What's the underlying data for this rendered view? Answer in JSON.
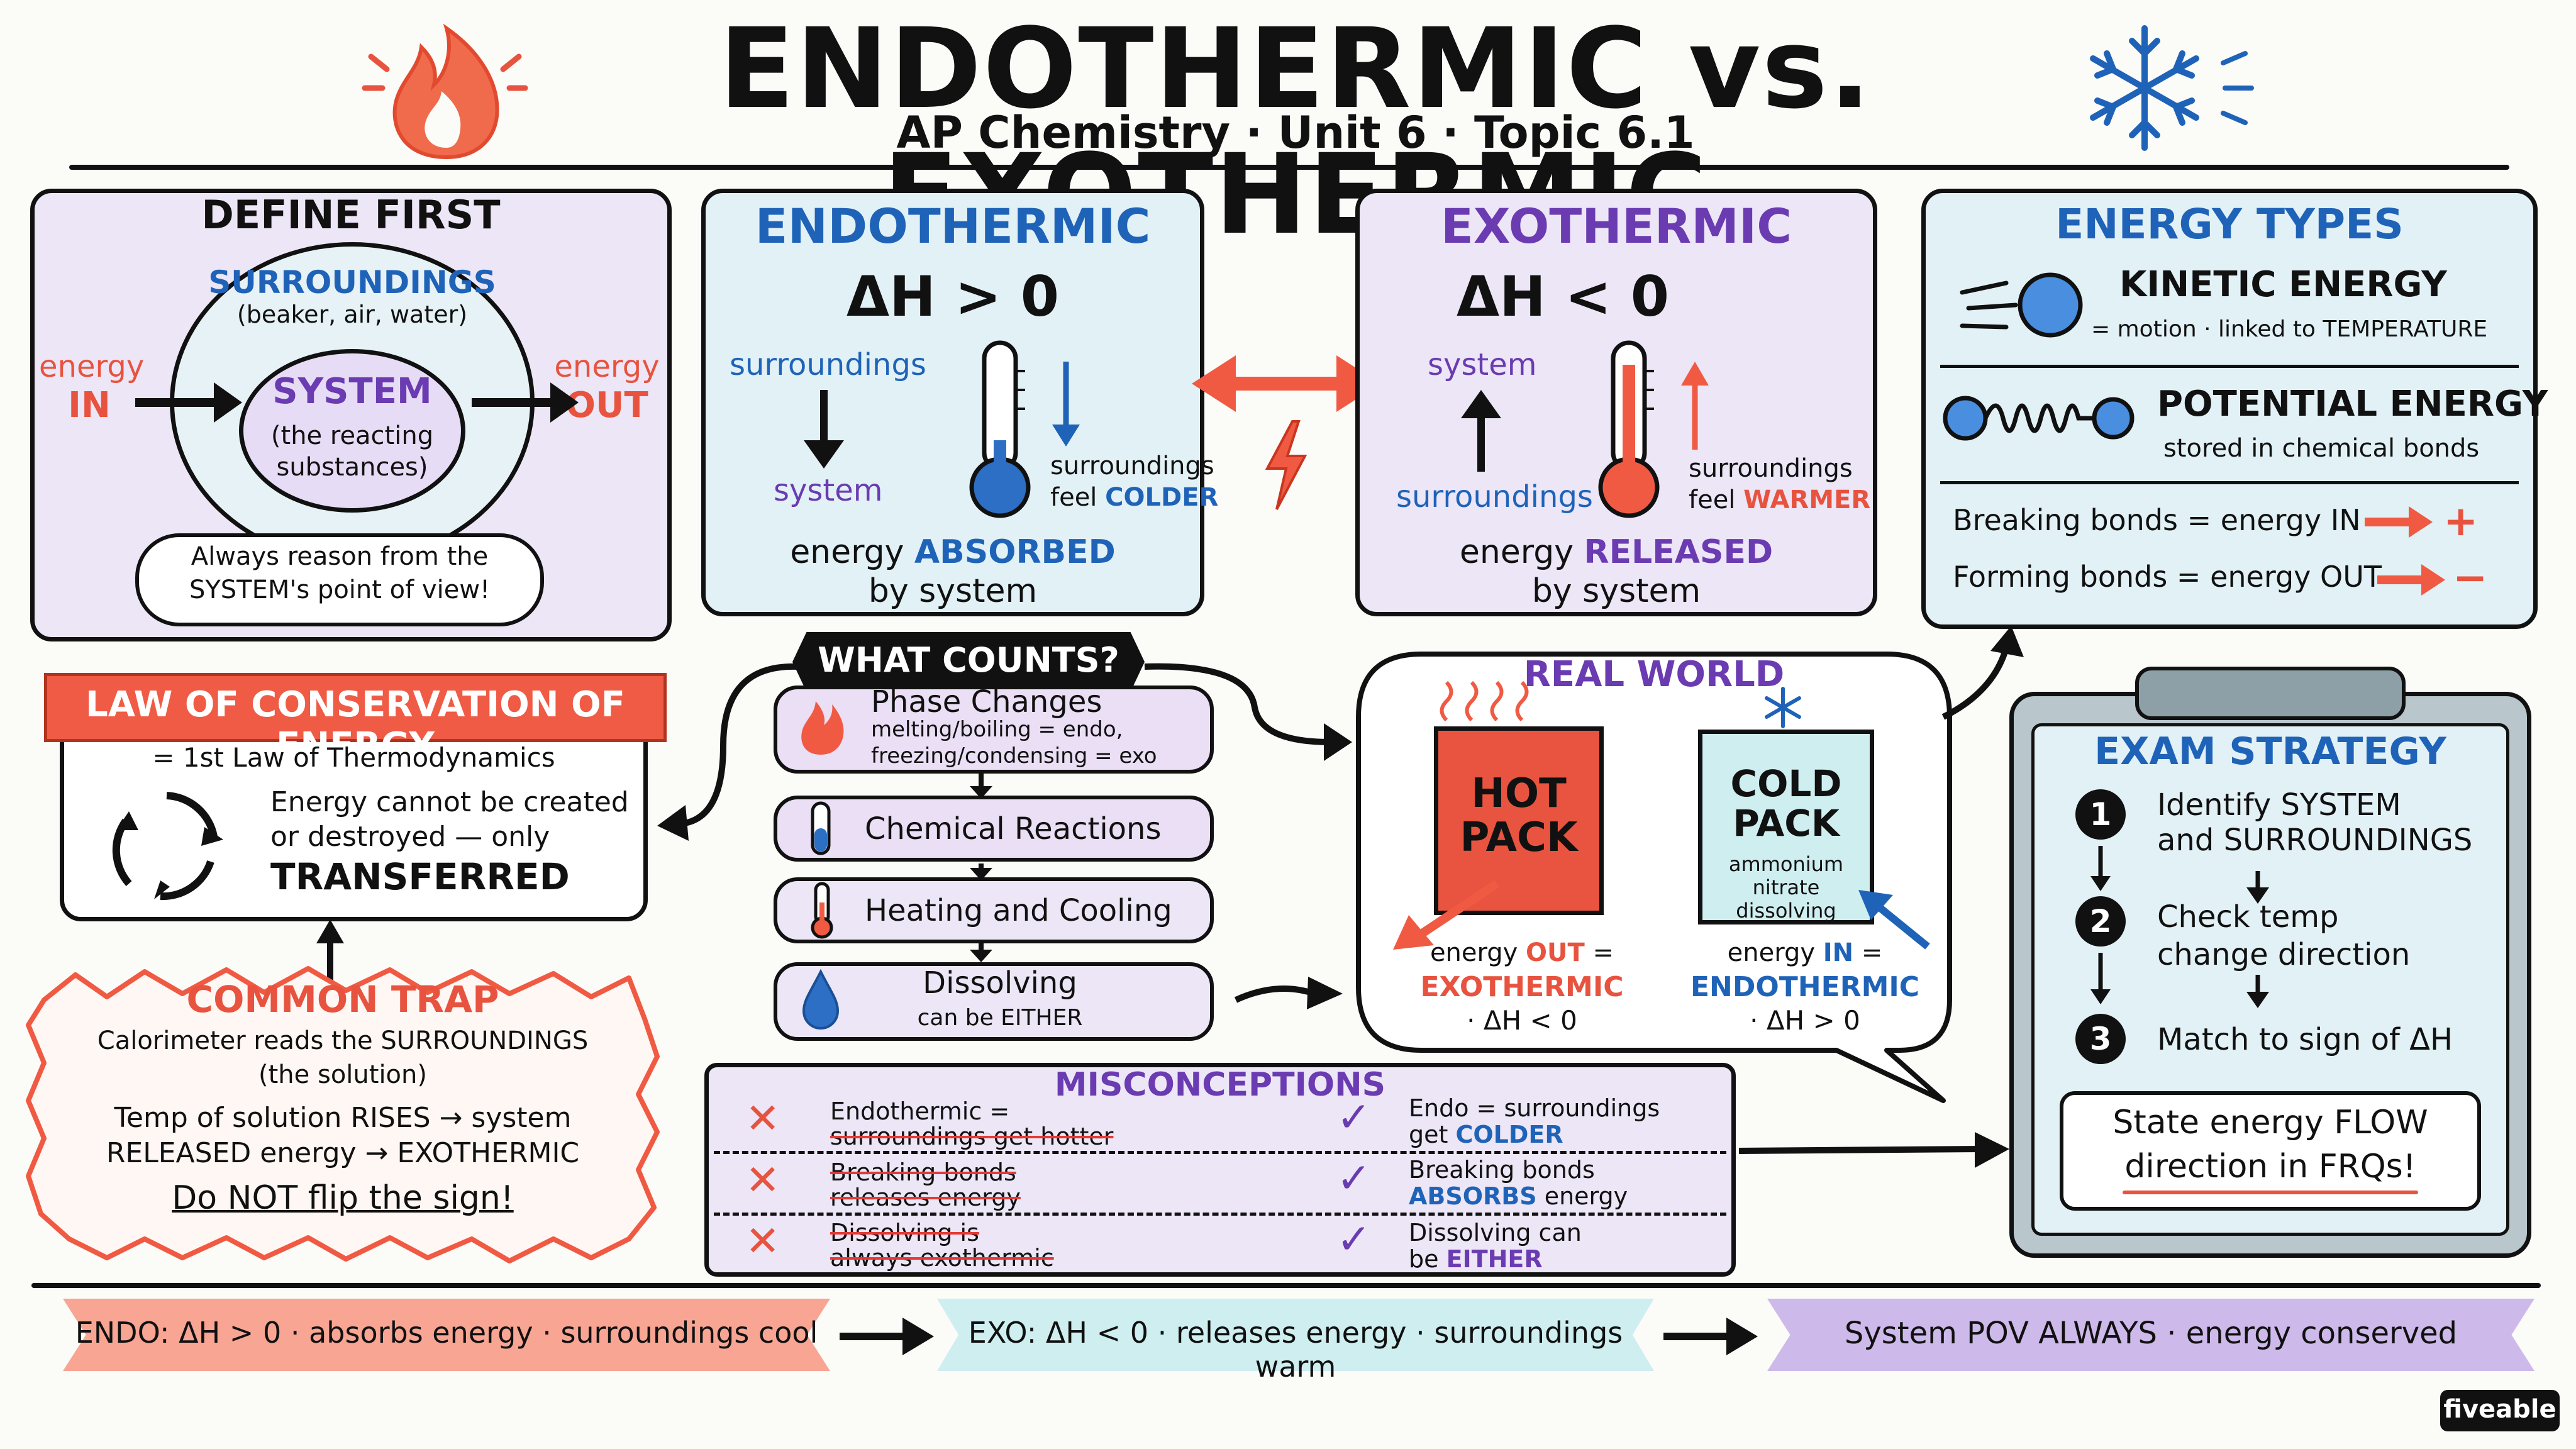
{
  "header": {
    "title": "ENDOTHERMIC vs. EXOTHERMIC",
    "subtitle": "AP Chemistry · Unit 6 · Topic 6.1"
  },
  "define": {
    "heading": "DEFINE FIRST",
    "surroundings": "SURROUNDINGS",
    "surroundings_sub": "(beaker, air, water)",
    "system": "SYSTEM",
    "system_sub1": "(the reacting",
    "system_sub2": "substances)",
    "energy_in_1": "energy",
    "energy_in_2": "IN",
    "energy_out_1": "energy",
    "energy_out_2": "OUT",
    "note1": "Always reason from the",
    "note2": "SYSTEM's point of view!"
  },
  "endo": {
    "heading": "ENDOTHERMIC",
    "dh": "ΔH > 0",
    "from": "surroundings",
    "to": "system",
    "feel1": "surroundings",
    "feel2a": "feel ",
    "feel2b": "COLDER",
    "bottom1a": "energy ",
    "bottom1b": "ABSORBED",
    "bottom2": "by system"
  },
  "exo": {
    "heading": "EXOTHERMIC",
    "dh": "ΔH < 0",
    "from": "surroundings",
    "to": "system",
    "feel1": "surroundings",
    "feel2a": "feel ",
    "feel2b": "WARMER",
    "bottom1a": "energy ",
    "bottom1b": "RELEASED",
    "bottom2": "by system"
  },
  "energy_types": {
    "heading": "ENERGY TYPES",
    "kinetic": "KINETIC ENERGY",
    "kinetic_sub": "= motion · linked to TEMPERATURE",
    "potential": "POTENTIAL ENERGY",
    "potential_sub": "stored in chemical bonds",
    "breaking": "Breaking bonds = energy IN",
    "breaking_sign": "+",
    "forming": "Forming bonds = energy OUT",
    "forming_sign": "−"
  },
  "law": {
    "banner": "LAW OF CONSERVATION OF ENERGY",
    "sub": "= 1st Law of Thermodynamics",
    "line1": "Energy cannot be created",
    "line2": "or destroyed — only",
    "line3": "TRANSFERRED"
  },
  "trap": {
    "heading": "COMMON TRAP",
    "l1": "Calorimeter reads the SURROUNDINGS",
    "l2": "(the solution)",
    "l3": "Temp of solution RISES → system",
    "l4": "RELEASED energy → EXOTHERMIC",
    "l5": "Do NOT flip the sign!"
  },
  "counts": {
    "heading": "WHAT COUNTS?",
    "items": [
      {
        "label": "Phase Changes",
        "sub1": "melting/boiling = endo,",
        "sub2": "freezing/condensing = exo"
      },
      {
        "label": "Chemical Reactions"
      },
      {
        "label": "Heating and Cooling"
      },
      {
        "label": "Dissolving",
        "sub1": "can be EITHER"
      }
    ]
  },
  "real_world": {
    "heading": "REAL WORLD",
    "hot1": "HOT",
    "hot2": "PACK",
    "cold1": "COLD",
    "cold2": "PACK",
    "cold_sub1": "ammonium",
    "cold_sub2": "nitrate",
    "cold_sub3": "dissolving",
    "hot_c1a": "energy ",
    "hot_c1b": "OUT",
    "hot_c1c": " =",
    "hot_c2": "EXOTHERMIC",
    "hot_c3": "· ΔH < 0",
    "cold_c1a": "energy ",
    "cold_c1b": "IN",
    "cold_c1c": " =",
    "cold_c2": "ENDOTHERMIC",
    "cold_c3": "· ΔH > 0"
  },
  "misconceptions": {
    "heading": "MISCONCEPTIONS",
    "wrong": [
      {
        "a": "Endothermic =",
        "b": "surroundings get hotter"
      },
      {
        "a": "Breaking bonds",
        "b": "releases energy"
      },
      {
        "a": "Dissolving is",
        "b": "always exothermic"
      }
    ],
    "right": [
      {
        "a": "Endo = surroundings",
        "b1": "get ",
        "b2": "COLDER"
      },
      {
        "a": "Breaking bonds",
        "b1": "",
        "b2": "ABSORBS",
        "b3": " energy"
      },
      {
        "a": "Dissolving can",
        "b1": "be ",
        "b2": "EITHER"
      }
    ]
  },
  "exam": {
    "heading": "EXAM STRATEGY",
    "s1a": "Identify SYSTEM",
    "s1b": "and SURROUNDINGS",
    "s2a": "Check temp",
    "s2b": "change direction",
    "s3": "Match to sign of ΔH",
    "n1": "1",
    "n2": "2",
    "n3": "3",
    "box1": "State energy FLOW",
    "box2": "direction in FRQs!"
  },
  "footer": {
    "endo": "ENDO: ΔH > 0 · absorbs energy · surroundings cool",
    "exo": "EXO: ΔH < 0 · releases energy · surroundings warm",
    "pov": "System POV ALWAYS · energy conserved"
  },
  "brand": "fiveable",
  "colors": {
    "lavender": "#ece6f6",
    "lightblue": "#e2f1f6",
    "red": "#e7533f",
    "blue": "#1f63b8",
    "purple": "#6a3bb1",
    "salmon": "#f8a593",
    "teal": "#cfeef0",
    "violet": "#cdb9ea"
  }
}
